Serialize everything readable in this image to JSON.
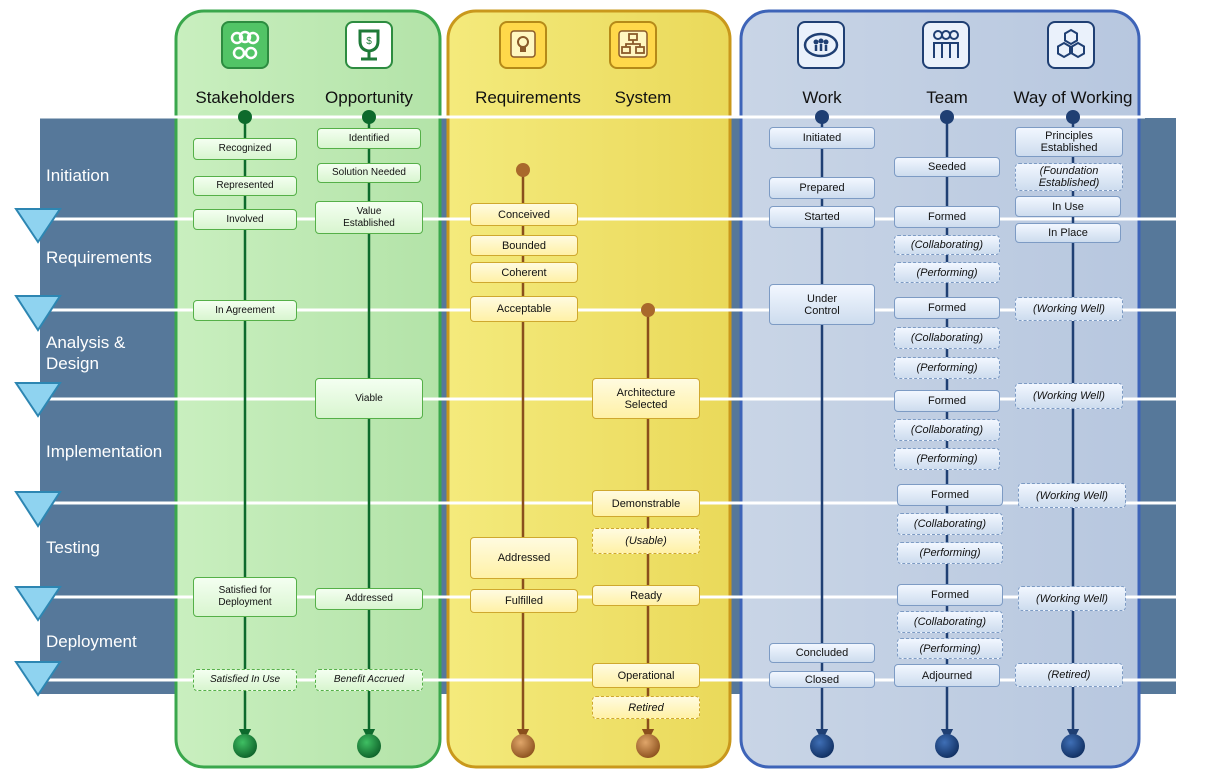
{
  "phases": [
    "Initiation",
    "Requirements",
    "Analysis &\nDesign",
    "Implementation",
    "Testing",
    "Deployment"
  ],
  "alphas": [
    {
      "key": "stakeholders",
      "label": "Stakeholders",
      "icon": "stakeholders-icon",
      "color": "#1e7a38"
    },
    {
      "key": "opportunity",
      "label": "Opportunity",
      "icon": "trophy-icon",
      "color": "#1e7a38"
    },
    {
      "key": "requirements",
      "label": "Requirements",
      "icon": "lightbulb-icon",
      "color": "#8a5a2a"
    },
    {
      "key": "system",
      "label": "System",
      "icon": "hierarchy-icon",
      "color": "#8a5a2a"
    },
    {
      "key": "work",
      "label": "Work",
      "icon": "work-cycle-icon",
      "color": "#1f3f73"
    },
    {
      "key": "team",
      "label": "Team",
      "icon": "team-icon",
      "color": "#1f3f73"
    },
    {
      "key": "way_of_working",
      "label": "Way of Working",
      "icon": "hexagons-icon",
      "color": "#1f3f73"
    }
  ],
  "groups": {
    "customer": "#3aa74c",
    "solution": "#c9981c",
    "endeavor": "#3e64b8"
  },
  "states": {
    "stakeholders": [
      "Recognized",
      "Represented",
      "Involved",
      "In Agreement",
      "Satisfied for\nDeployment",
      "Satisfied In Use"
    ],
    "opportunity": [
      "Identified",
      "Solution Needed",
      "Value\nEstablished",
      "Viable",
      "Addressed",
      "Benefit Accrued"
    ],
    "requirements": [
      "Conceived",
      "Bounded",
      "Coherent",
      "Acceptable",
      "Addressed",
      "Fulfilled"
    ],
    "system": [
      "Architecture\nSelected",
      "Demonstrable",
      "(Usable)",
      "Ready",
      "Operational",
      "Retired"
    ],
    "work": [
      "Initiated",
      "Prepared",
      "Started",
      "Under\nControl",
      "Concluded",
      "Closed"
    ],
    "team": [
      "Seeded",
      "Formed",
      "(Collaborating)",
      "(Performing)",
      "Formed",
      "(Collaborating)",
      "(Performing)",
      "Formed",
      "(Collaborating)",
      "(Performing)",
      "Formed",
      "(Collaborating)",
      "(Performing)",
      "Formed",
      "(Collaborating)",
      "(Performing)",
      "Adjourned"
    ],
    "way_of_working": [
      "Principles\nEstablished",
      "(Foundation\nEstablished)",
      "In Use",
      "In Place",
      "(Working Well)",
      "(Working Well)",
      "(Working Well)",
      "(Working Well)",
      "(Retired)"
    ]
  }
}
